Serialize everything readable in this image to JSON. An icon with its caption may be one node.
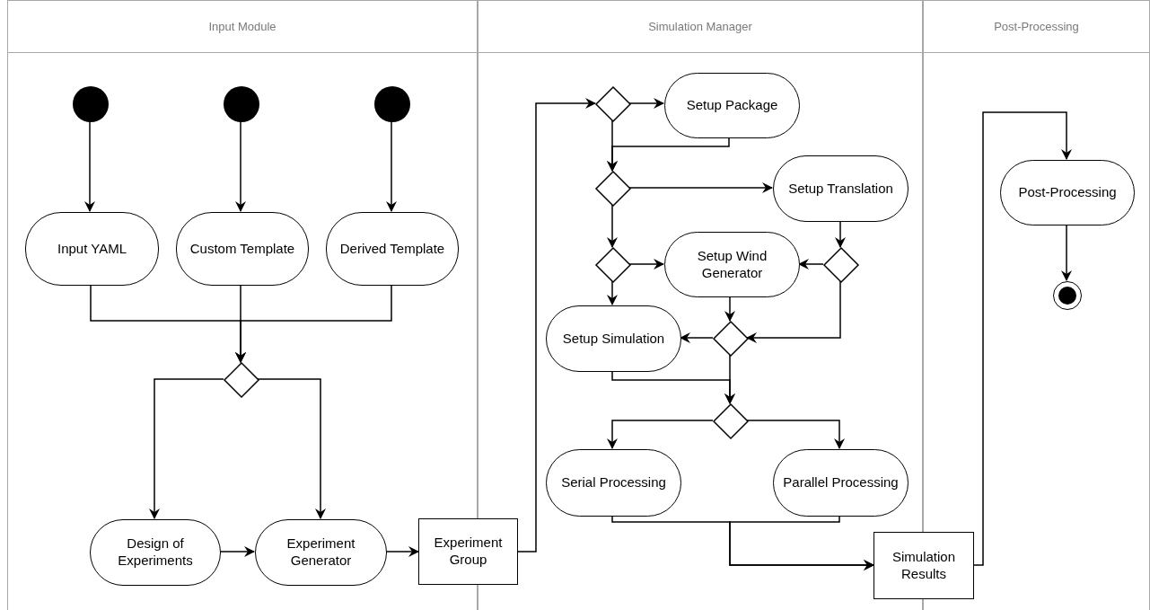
{
  "diagram": {
    "nodes": [
      {
        "text": [
          "Input Module"
        ]
      },
      {
        "text": [
          "Simulation Manager"
        ]
      },
      {
        "text": [
          "Post-Processing"
        ]
      },
      {
        "text": [],
        "shape": "circle",
        "in": 0
      },
      {
        "text": [],
        "shape": "circle",
        "in": 0
      },
      {
        "text": [],
        "shape": "circle",
        "in": 0
      },
      {
        "text": [
          "Input YAML"
        ],
        "in": 0
      },
      {
        "text": [
          "Custom Template"
        ],
        "in": 0
      },
      {
        "text": [
          "Derived Template"
        ],
        "in": 0
      },
      {
        "text": [],
        "shape": "diamond",
        "in": 0
      },
      {
        "text": [
          "Design of Experiments"
        ],
        "in": 0
      },
      {
        "text": [
          "Experiment Generator"
        ],
        "in": 0
      },
      {
        "text": [
          "Experiment Group"
        ]
      },
      {
        "text": [],
        "shape": "diamond",
        "in": 1
      },
      {
        "text": [
          "Setup Package"
        ],
        "in": 1
      },
      {
        "text": [],
        "shape": "diamond",
        "in": 1
      },
      {
        "text": [
          "Setup Translation"
        ],
        "in": 1
      },
      {
        "text": [],
        "shape": "diamond",
        "in": 1
      },
      {
        "text": [
          "Setup Wind Generator"
        ],
        "in": 1
      },
      {
        "text": [],
        "shape": "diamond",
        "in": 1
      },
      {
        "text": [
          "Setup Simulation"
        ],
        "in": 1
      },
      {
        "text": [],
        "shape": "diamond",
        "in": 1
      },
      {
        "text": [],
        "shape": "diamond",
        "in": 1
      },
      {
        "text": [
          "Serial Processing"
        ],
        "in": 1
      },
      {
        "text": [
          "Parallel Processing"
        ],
        "in": 1
      },
      {
        "text": [
          "Simulation Results"
        ]
      },
      {
        "text": [
          "Post-Processing"
        ],
        "in": 2
      },
      {
        "text": [],
        "shape": "circle",
        "in": 2
      }
    ],
    "edges": [
      {
        "from": 3,
        "to": 6,
        "arrow": "to"
      },
      {
        "from": 4,
        "to": 7,
        "arrow": "to"
      },
      {
        "from": 5,
        "to": 8,
        "arrow": "to"
      },
      {
        "from": 6,
        "to": 9,
        "arrow": "to"
      },
      {
        "from": 7,
        "to": 9,
        "arrow": "to"
      },
      {
        "from": 8,
        "to": 9,
        "arrow": "to"
      },
      {
        "from": 9,
        "to": 10,
        "arrow": "to"
      },
      {
        "from": 9,
        "to": 11,
        "arrow": "to"
      },
      {
        "from": 10,
        "to": 11,
        "arrow": "to"
      },
      {
        "from": 11,
        "to": 12,
        "arrow": "to"
      },
      {
        "from": 12,
        "to": 13,
        "arrow": "to"
      },
      {
        "from": 13,
        "to": 14,
        "arrow": "to"
      },
      {
        "from": 13,
        "to": 15,
        "arrow": "to"
      },
      {
        "from": 14,
        "to": 15,
        "arrow": "to"
      },
      {
        "from": 15,
        "to": 16,
        "arrow": "to"
      },
      {
        "from": 15,
        "to": 17,
        "arrow": "to"
      },
      {
        "from": 17,
        "to": 18,
        "arrow": "to"
      },
      {
        "from": 17,
        "to": 20,
        "arrow": "to"
      },
      {
        "from": 16,
        "to": 19,
        "arrow": "to"
      },
      {
        "from": 19,
        "to": 18,
        "arrow": "to"
      },
      {
        "from": 19,
        "to": 21,
        "arrow": "to"
      },
      {
        "from": 18,
        "to": 21,
        "arrow": "to"
      },
      {
        "from": 21,
        "to": 20,
        "arrow": "to"
      },
      {
        "from": 21,
        "to": 22,
        "arrow": "to"
      },
      {
        "from": 20,
        "to": 22,
        "arrow": "to"
      },
      {
        "from": 22,
        "to": 23,
        "arrow": "to"
      },
      {
        "from": 22,
        "to": 24,
        "arrow": "to"
      },
      {
        "from": 23,
        "to": 25,
        "arrow": "to"
      },
      {
        "from": 24,
        "to": 25,
        "arrow": "to"
      },
      {
        "from": 25,
        "to": 26,
        "arrow": "to"
      },
      {
        "from": 26,
        "to": 27,
        "arrow": "to"
      }
    ]
  }
}
